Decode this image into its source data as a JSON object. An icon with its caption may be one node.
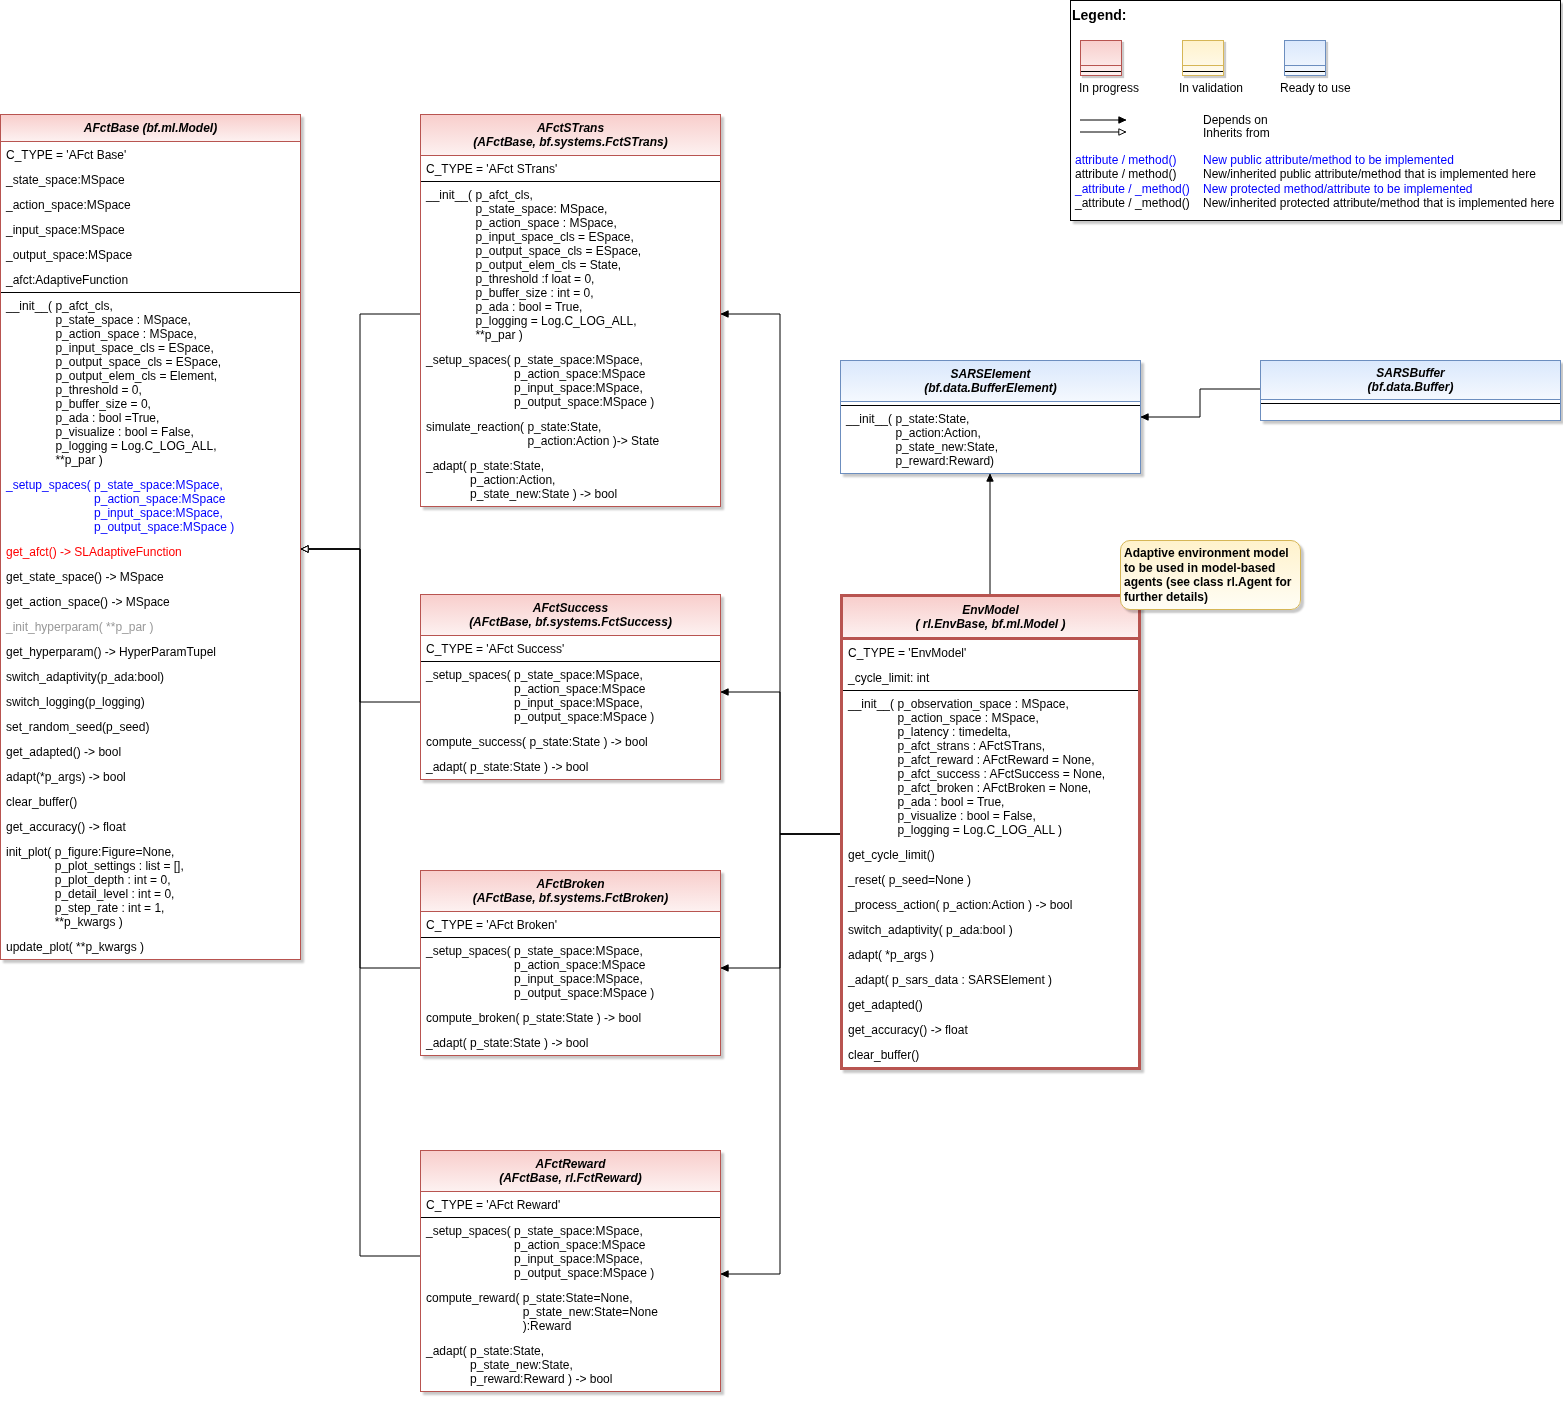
{
  "diagram": {
    "nodes": [
      {
        "text": [
          "AFctBase (bf.ml.Model)",
          "C_TYPE = 'AFct Base'",
          "_state_space:MSpace",
          "_action_space:MSpace",
          "_input_space:MSpace",
          "_output_space:MSpace",
          "_afct:AdaptiveFunction",
          "__init__( p_afct_cls, p_state_space : MSpace, p_action_space : MSpace, p_input_space_cls = ESpace, p_output_space_cls = ESpace, p_output_elem_cls = Element, p_threshold = 0, p_buffer_size = 0, p_ada : bool =True, p_visualize : bool = False, p_logging = Log.C_LOG_ALL, **p_par )",
          "_setup_spaces( p_state_space:MSpace, p_action_space:MSpace p_input_space:MSpace, p_output_space:MSpace )",
          "get_afct() -> SLAdaptiveFunction",
          "get_state_space() -> MSpace",
          "get_action_space() -> MSpace",
          "_init_hyperparam( **p_par )",
          "get_hyperparam() -> HyperParamTupel",
          "switch_adaptivity(p_ada:bool)",
          "switch_logging(p_logging)",
          "set_random_seed(p_seed)",
          "get_adapted() -> bool",
          "adapt(*p_args) -> bool",
          "clear_buffer()",
          "get_accuracy() -> float",
          "init_plot( p_figure:Figure=None, p_plot_settings : list = [], p_plot_depth : int = 0, p_detail_level : int = 0, p_step_rate : int = 1, **p_kwargs )",
          "update_plot( **p_kwargs )"
        ]
      },
      {
        "text": [
          "AFctSTrans (AFctBase, bf.systems.FctSTrans)",
          "C_TYPE = 'AFct STrans'",
          "__init__( p_afct_cls, p_state_space: MSpace, p_action_space : MSpace, p_input_space_cls = ESpace, p_output_space_cls = ESpace, p_output_elem_cls = State, p_threshold :f loat = 0, p_buffer_size : int = 0, p_ada : bool = True, p_logging = Log.C_LOG_ALL, **p_par )",
          "_setup_spaces( p_state_space:MSpace, p_action_space:MSpace p_input_space:MSpace, p_output_space:MSpace )",
          "simulate_reaction( p_state:State, p_action:Action )-> State",
          "_adapt( p_state:State, p_action:Action, p_state_new:State ) -> bool"
        ]
      },
      {
        "text": [
          "AFctSuccess (AFctBase, bf.systems.FctSuccess)",
          "C_TYPE = 'AFct Success'",
          "_setup_spaces( p_state_space:MSpace, p_action_space:MSpace p_input_space:MSpace, p_output_space:MSpace )",
          "compute_success( p_state:State ) -> bool",
          "_adapt( p_state:State ) -> bool"
        ]
      },
      {
        "text": [
          "AFctBroken (AFctBase, bf.systems.FctBroken)",
          "C_TYPE = 'AFct Broken'",
          "_setup_spaces( p_state_space:MSpace, p_action_space:MSpace p_input_space:MSpace, p_output_space:MSpace )",
          "compute_broken( p_state:State ) -> bool",
          "_adapt( p_state:State ) -> bool"
        ]
      },
      {
        "text": [
          "AFctReward (AFctBase, rl.FctReward)",
          "C_TYPE = 'AFct Reward'",
          "_setup_spaces( p_state_space:MSpace, p_action_space:MSpace p_input_space:MSpace, p_output_space:MSpace )",
          "compute_reward( p_state:State=None, p_state_new:State=None ):Reward",
          "_adapt( p_state:State, p_state_new:State, p_reward:Reward ) -> bool"
        ]
      },
      {
        "text": [
          "SARSElement (bf.data.BufferElement)",
          "__init__( p_state:State, p_action:Action, p_state_new:State, p_reward:Reward)"
        ]
      },
      {
        "text": [
          "SARSBuffer (bf.data.Buffer)"
        ]
      },
      {
        "text": [
          "EnvModel ( rl.EnvBase, bf.ml.Model )",
          "C_TYPE = 'EnvModel'",
          "_cycle_limit: int",
          "__init__( p_observation_space : MSpace, p_action_space : MSpace, p_latency : timedelta, p_afct_strans : AFctSTrans, p_afct_reward : AFctReward = None, p_afct_success : AFctSuccess = None, p_afct_broken : AFctBroken = None, p_ada : bool = True, p_visualize : bool = False, p_logging = Log.C_LOG_ALL )",
          "get_cycle_limit()",
          "_reset( p_seed=None )",
          "_process_action( p_action:Action ) -> bool",
          "switch_adaptivity( p_ada:bool )",
          "adapt( *p_args )",
          "_adapt( p_sars_data : SARSElement )",
          "get_adapted()",
          "get_accuracy() -> float",
          "clear_buffer()"
        ]
      },
      {
        "text": [
          "Adaptive environment model to be used in model-based agents (see class rl.Agent for further details)"
        ]
      }
    ],
    "edges": [
      {
        "from": 1,
        "to": 0,
        "arrow": "to"
      },
      {
        "from": 2,
        "to": 0,
        "arrow": "to"
      },
      {
        "from": 3,
        "to": 0,
        "arrow": "to"
      },
      {
        "from": 4,
        "to": 0,
        "arrow": "to"
      },
      {
        "from": 7,
        "to": 1,
        "arrow": "to"
      },
      {
        "from": 7,
        "to": 2,
        "arrow": "to"
      },
      {
        "from": 7,
        "to": 3,
        "arrow": "to"
      },
      {
        "from": 7,
        "to": 4,
        "arrow": "to"
      },
      {
        "from": 7,
        "to": 5,
        "arrow": "to"
      },
      {
        "from": 6,
        "to": 5,
        "arrow": "to"
      }
    ],
    "labels": [
      "Legend:",
      "attribute / method()",
      "New public attribute/method to be implemented",
      "attribute / method()",
      "New/inherited public attribute/method that is implemented here",
      "_attribute / _method()",
      "New protected method/attribute to be implemented",
      "_attribute / _method()",
      "New/inherited protected attribute/method that is implemented here"
    ],
    "legend": [
      {
        "text": "In progress",
        "color": "#f8cecc"
      },
      {
        "text": "In validation",
        "color": "#fff2cc"
      },
      {
        "text": "Ready to use",
        "color": "#dae8fc"
      },
      {
        "text": "Depends on"
      },
      {
        "text": "Inherits from"
      }
    ]
  }
}
